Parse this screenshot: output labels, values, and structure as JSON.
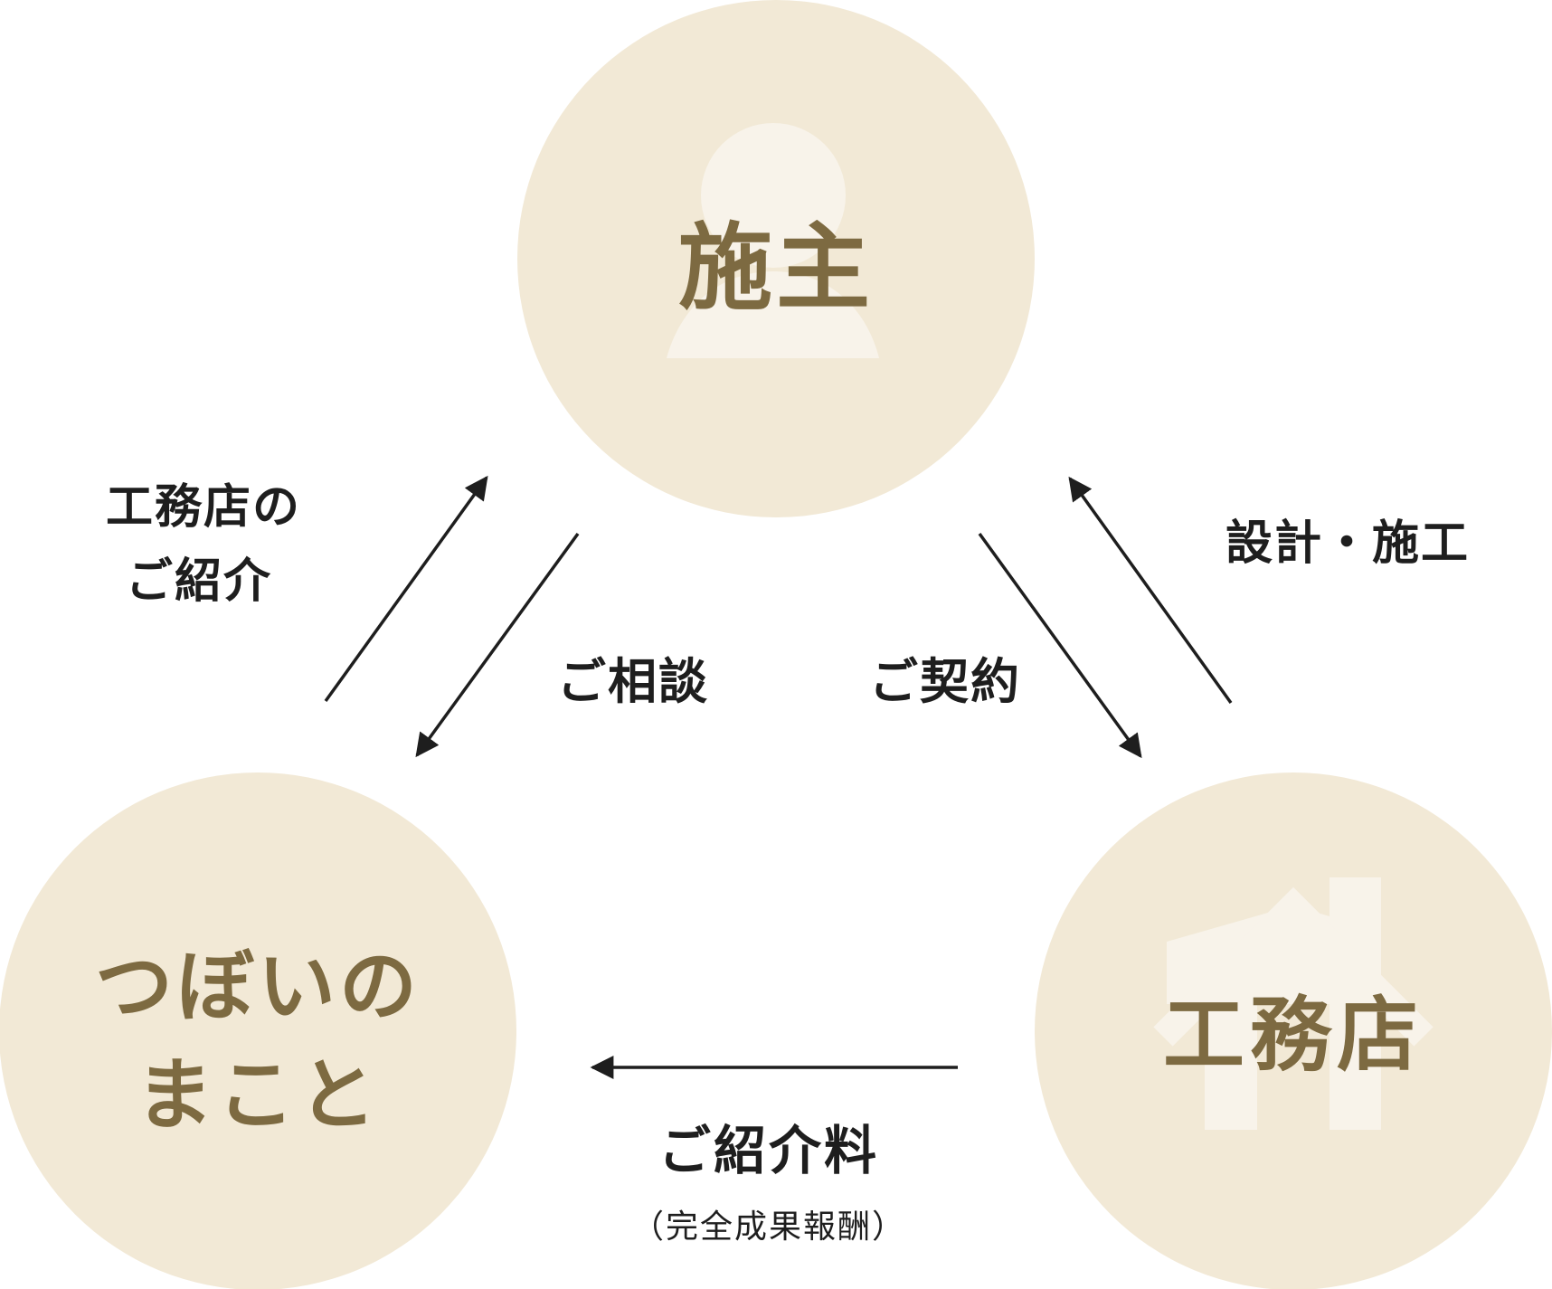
{
  "colors": {
    "circle_fill": "#f2e9d6",
    "icon_fill": "#f8f3ea",
    "node_text": "#7d6a41",
    "arrow": "#1e1e1e",
    "label_text": "#1e1e1e"
  },
  "nodes": {
    "owner": {
      "label": "施主",
      "icon": "person-silhouette-icon"
    },
    "company": {
      "label": "つぼいのまこと",
      "line1": "つぼいの",
      "line2": "まこと"
    },
    "builder": {
      "label": "工務店",
      "icon": "house-icon"
    }
  },
  "flows": {
    "introduce_builder": {
      "line1": "工務店の",
      "line2": "ご紹介"
    },
    "consultation": {
      "label": "ご相談"
    },
    "contract": {
      "label": "ご契約"
    },
    "design_build": {
      "label": "設計・施工"
    },
    "referral_fee": {
      "label": "ご紹介料",
      "note": "（完全成果報酬）"
    }
  }
}
